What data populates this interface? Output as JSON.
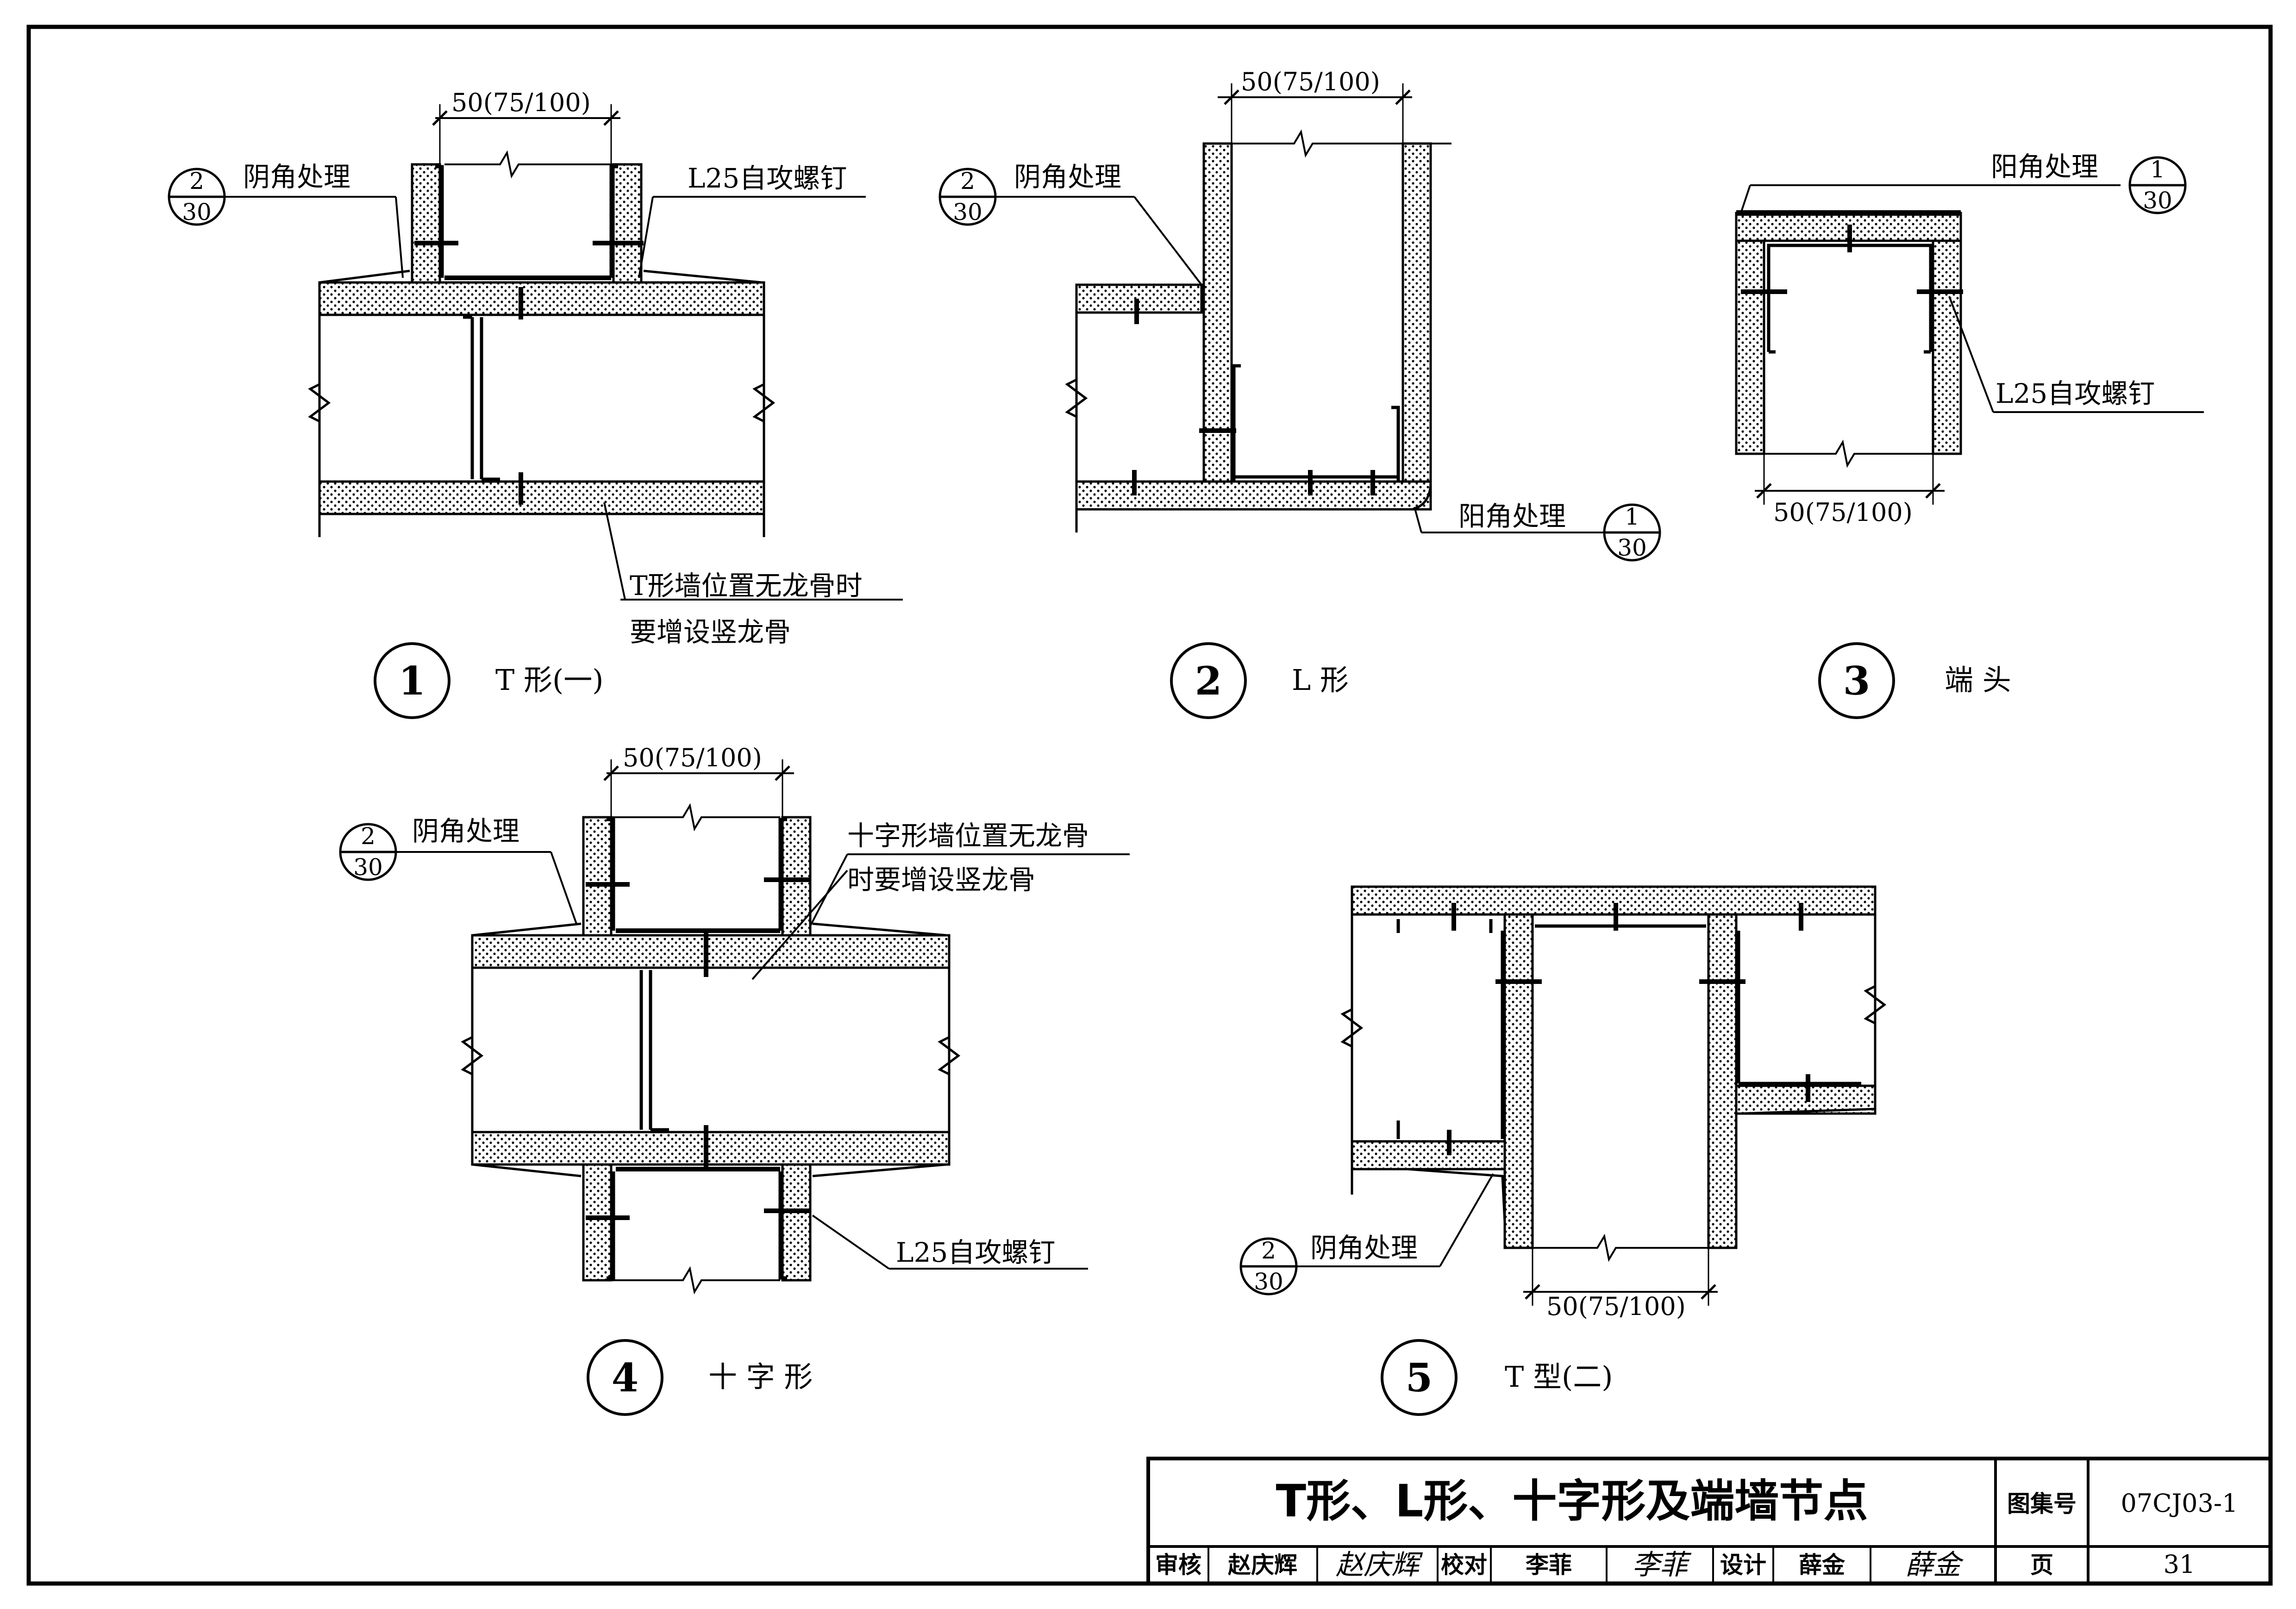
{
  "details": [
    {
      "number": "1",
      "caption": "T  形(一)"
    },
    {
      "number": "2",
      "caption": "L  形"
    },
    {
      "number": "3",
      "caption": "端 头"
    },
    {
      "number": "4",
      "caption": "十 字 形"
    },
    {
      "number": "5",
      "caption": "T 型(二)"
    }
  ],
  "dimension": "50(75/100)",
  "references": {
    "inner_corner": {
      "text": "阴角处理",
      "top": "2",
      "bottom": "30"
    },
    "outer_corner": {
      "text": "阳角处理",
      "top": "1",
      "bottom": "30"
    }
  },
  "screw_label": "L25自攻螺钉",
  "notes": {
    "t_stud_line1": "T形墙位置无龙骨时",
    "t_stud_line2": "要增设竖龙骨",
    "cross_stud_line1": "十字形墙位置无龙骨",
    "cross_stud_line2": "时要增设竖龙骨"
  },
  "title_block": {
    "title": "T形、L形、十字形及端墙节点",
    "atlas_label": "图集号",
    "atlas_value": "07CJ03-1",
    "review_label": "审核",
    "review_name": "赵庆辉",
    "review_signature": "赵庆辉",
    "check_label": "校对",
    "check_name": "李菲",
    "check_signature": "李菲",
    "design_label": "设计",
    "design_name": "薛金",
    "design_signature": "薛金",
    "page_label": "页",
    "page_value": "31"
  }
}
